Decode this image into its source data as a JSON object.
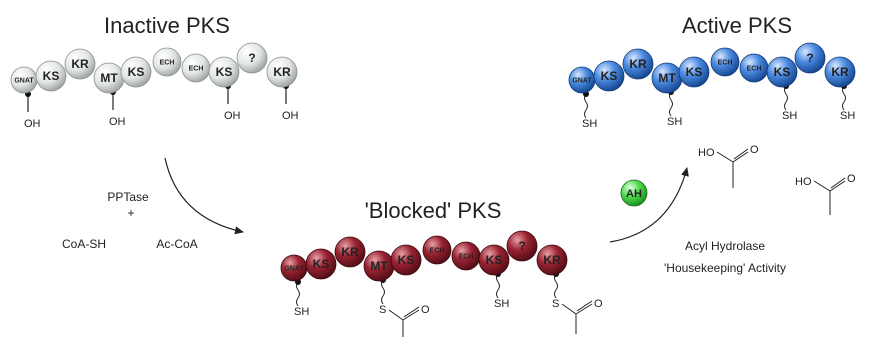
{
  "colors": {
    "inactive_sphere": "#dfe3e0",
    "blocked_sphere": "#8f1f2c",
    "active_sphere": "#3d7fd6",
    "ah_sphere": "#4fdc4f",
    "text": "#222222"
  },
  "states": {
    "inactive": {
      "title": "Inactive PKS",
      "domains": [
        "GNAT",
        "KS",
        "KR",
        "MT",
        "KS",
        "ECH",
        "ECH",
        "KS",
        "?",
        "KR"
      ],
      "tails": [
        "OH",
        "OH",
        "OH",
        "OH"
      ]
    },
    "blocked": {
      "title": "'Blocked' PKS",
      "domains": [
        "GNAT",
        "KS",
        "KR",
        "MT",
        "KS",
        "ECH",
        "ECH",
        "KS",
        "?",
        "KR"
      ],
      "tails": [
        "SH",
        "S",
        "SH",
        "S"
      ]
    },
    "active": {
      "title": "Active PKS",
      "domains": [
        "GNAT",
        "KS",
        "KR",
        "MT",
        "KS",
        "ECH",
        "ECH",
        "KS",
        "?",
        "KR"
      ],
      "tails": [
        "SH",
        "SH",
        "SH",
        "SH"
      ]
    }
  },
  "reagents": {
    "enzyme": "PPTase",
    "plus": "+",
    "coa_sh": "CoA-SH",
    "ac_coa": "Ac-CoA"
  },
  "hydrolase": {
    "badge": "AH",
    "line1": "Acyl Hydrolase",
    "line2": "'Housekeeping' Activity"
  },
  "acetic_acid": {
    "ho": "HO",
    "o": "O"
  }
}
